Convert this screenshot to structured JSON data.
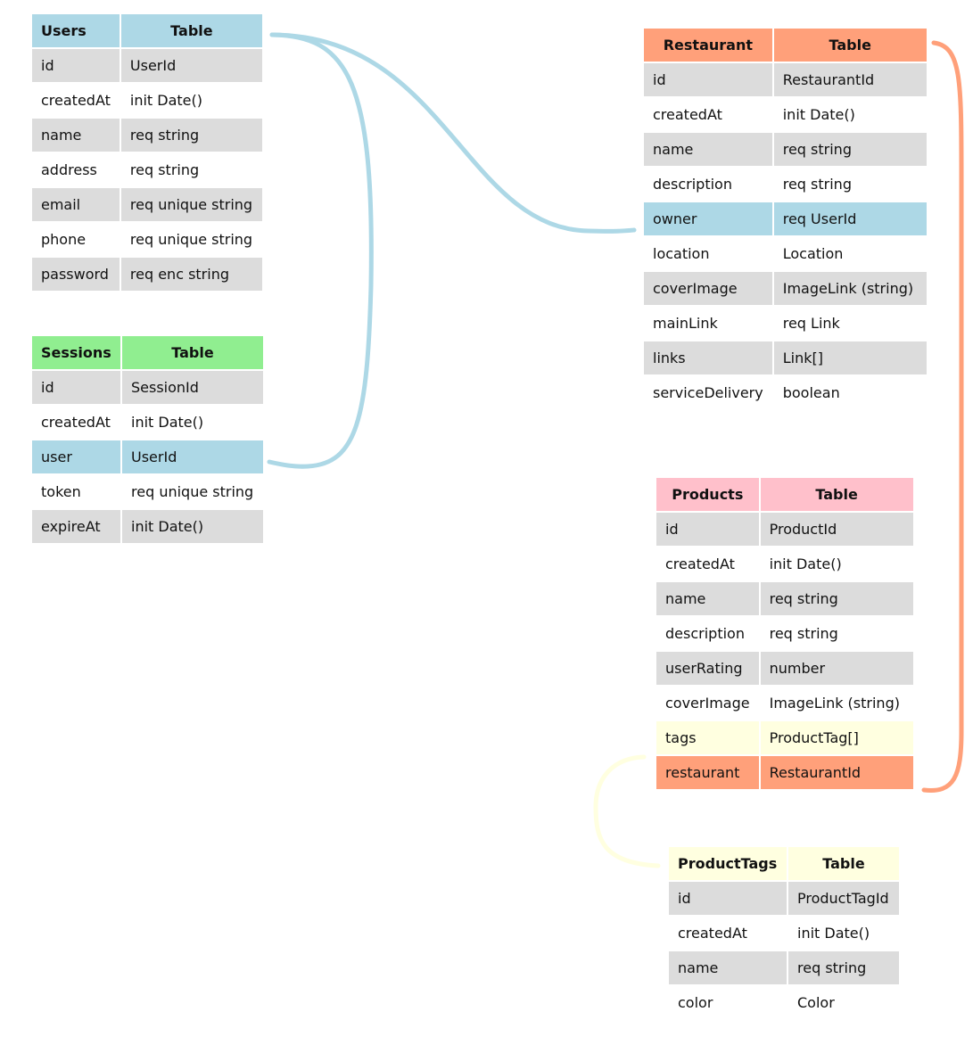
{
  "colors": {
    "users_header": "#add8e6",
    "sessions_header": "#90ee90",
    "restaurant_header": "#ffa07a",
    "products_header": "#ffc0cb",
    "producttags_header": "#ffffe0",
    "row_gray": "#dcdcdc",
    "link_blue": "#add8e6",
    "link_orange": "#ffa07a",
    "link_yellow": "#ffffe0"
  },
  "users": {
    "title": "Users",
    "type_header": "Table",
    "rows": [
      {
        "field": "id",
        "type": "UserId"
      },
      {
        "field": "createdAt",
        "type": "init Date()"
      },
      {
        "field": "name",
        "type": "req string"
      },
      {
        "field": "address",
        "type": "req string"
      },
      {
        "field": "email",
        "type": "req unique string"
      },
      {
        "field": "phone",
        "type": "req unique string"
      },
      {
        "field": "password",
        "type": "req enc string"
      }
    ]
  },
  "sessions": {
    "title": "Sessions",
    "type_header": "Table",
    "rows": [
      {
        "field": "id",
        "type": "SessionId"
      },
      {
        "field": "createdAt",
        "type": "init Date()"
      },
      {
        "field": "user",
        "type": "UserId"
      },
      {
        "field": "token",
        "type": "req unique string"
      },
      {
        "field": "expireAt",
        "type": "init Date()"
      }
    ]
  },
  "restaurant": {
    "title": "Restaurant",
    "type_header": "Table",
    "rows": [
      {
        "field": "id",
        "type": "RestaurantId"
      },
      {
        "field": "createdAt",
        "type": "init Date()"
      },
      {
        "field": "name",
        "type": "req string"
      },
      {
        "field": "description",
        "type": "req string"
      },
      {
        "field": "owner",
        "type": "req UserId"
      },
      {
        "field": "location",
        "type": "Location"
      },
      {
        "field": "coverImage",
        "type": "ImageLink (string)"
      },
      {
        "field": "mainLink",
        "type": "req Link"
      },
      {
        "field": "links",
        "type": "Link[]"
      },
      {
        "field": "serviceDelivery",
        "type": "boolean"
      }
    ]
  },
  "products": {
    "title": "Products",
    "type_header": "Table",
    "rows": [
      {
        "field": "id",
        "type": "ProductId"
      },
      {
        "field": "createdAt",
        "type": "init Date()"
      },
      {
        "field": "name",
        "type": "req string"
      },
      {
        "field": "description",
        "type": "req string"
      },
      {
        "field": "userRating",
        "type": "number"
      },
      {
        "field": "coverImage",
        "type": "ImageLink (string)"
      },
      {
        "field": "tags",
        "type": "ProductTag[]"
      },
      {
        "field": "restaurant",
        "type": "RestaurantId"
      }
    ]
  },
  "producttags": {
    "title": "ProductTags",
    "type_header": "Table",
    "rows": [
      {
        "field": "id",
        "type": "ProductTagId"
      },
      {
        "field": "createdAt",
        "type": "init Date()"
      },
      {
        "field": "name",
        "type": "req string"
      },
      {
        "field": "color",
        "type": "Color"
      }
    ]
  }
}
